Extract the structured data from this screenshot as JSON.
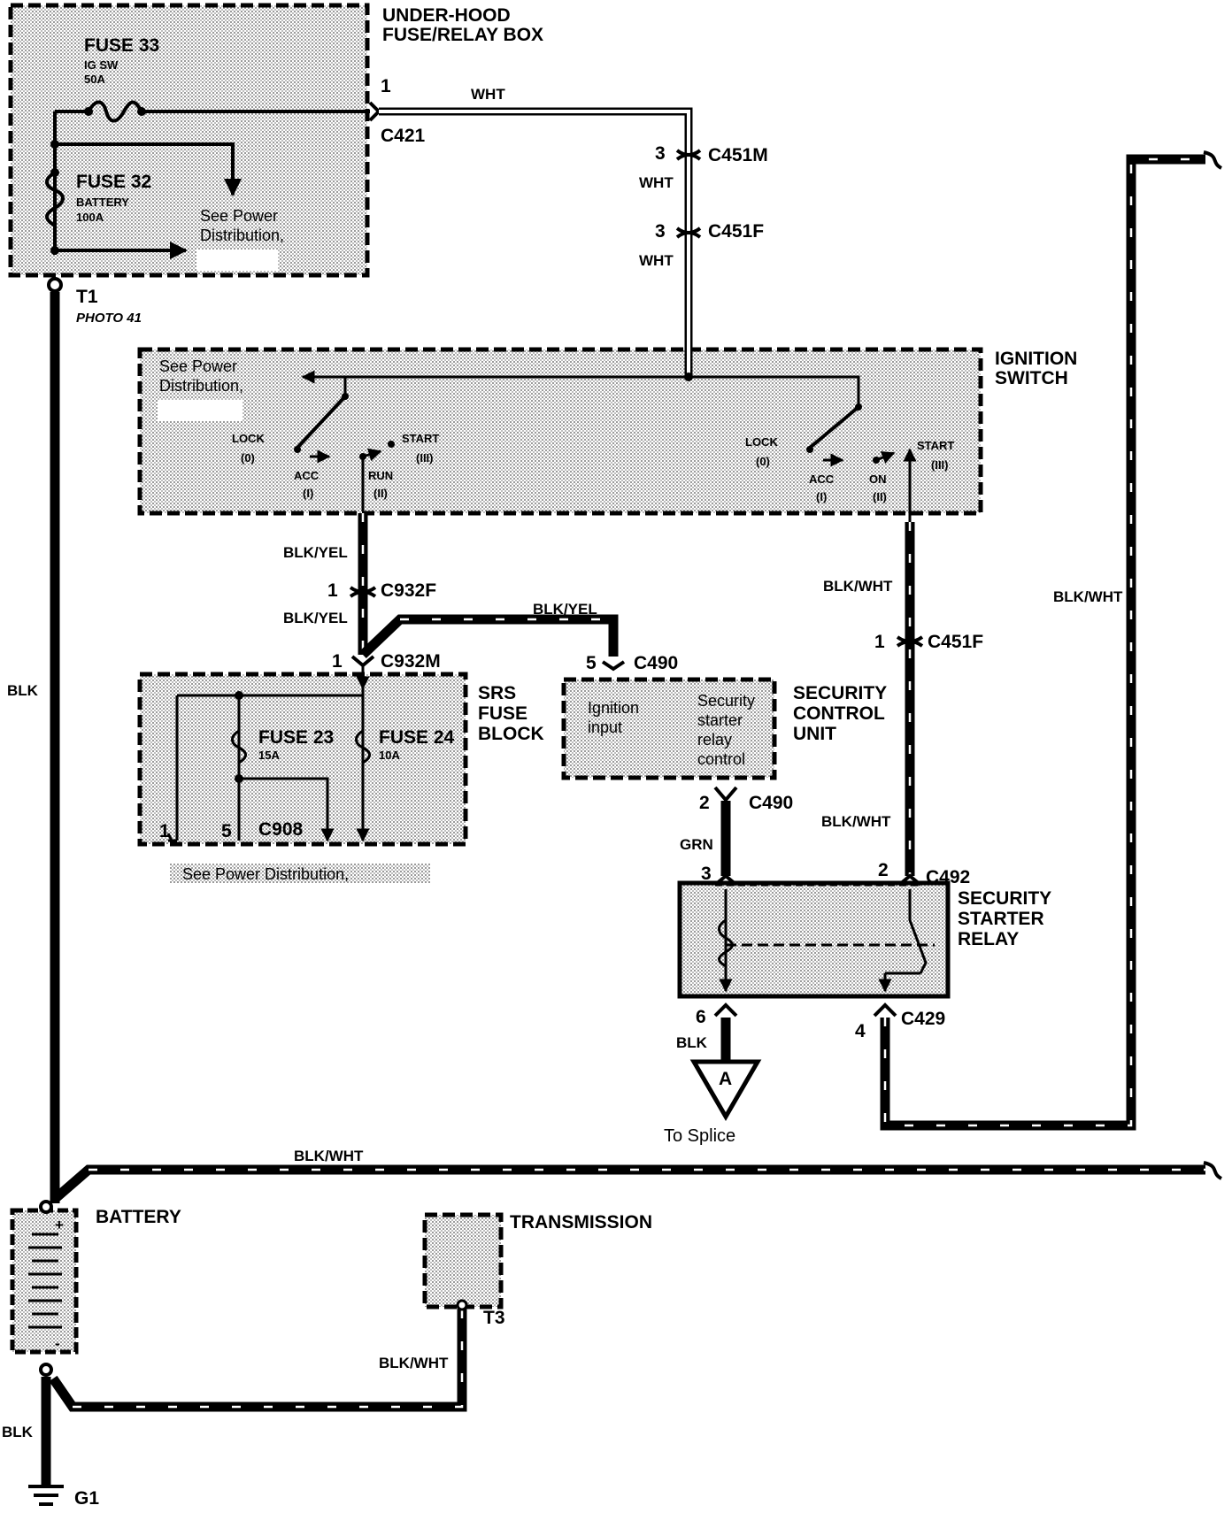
{
  "components": {
    "fuse_relay_box": "UNDER-HOOD\nFUSE/RELAY BOX",
    "fuse33": {
      "name": "FUSE 33",
      "line1": "IG SW",
      "line2": "50A"
    },
    "fuse32": {
      "name": "FUSE 32",
      "line1": "BATTERY",
      "line2": "100A"
    },
    "see_power_1": "See Power\nDistribution,",
    "ignition_switch": "IGNITION\nSWITCH",
    "see_power_2": "See Power\nDistribution,",
    "srs_fuse_block": "SRS\nFUSE\nBLOCK",
    "fuse23": {
      "name": "FUSE 23",
      "rating": "15A"
    },
    "fuse24": {
      "name": "FUSE 24",
      "rating": "10A"
    },
    "see_power_3": "See Power Distribution,",
    "security_control_unit": "SECURITY\nCONTROL\nUNIT",
    "scu_ignition_input": "Ignition\ninput",
    "scu_relay_control": "Security\nstarter\nrelay\ncontrol",
    "security_starter_relay": "SECURITY\nSTARTER\nRELAY",
    "battery": "BATTERY",
    "transmission": "TRANSMISSION",
    "to_splice": "To Splice",
    "splice_letter": "A"
  },
  "switch_positions": {
    "left": {
      "lock": "LOCK",
      "lock_num": "(0)",
      "acc": "ACC",
      "acc_num": "(I)",
      "run": "RUN",
      "run_num": "(II)",
      "start": "START",
      "start_num": "(III)"
    },
    "right": {
      "lock": "LOCK",
      "lock_num": "(0)",
      "acc": "ACC",
      "acc_num": "(I)",
      "on": "ON",
      "on_num": "(II)",
      "start": "START",
      "start_num": "(III)"
    }
  },
  "connectors": {
    "c421": "C421",
    "c421_pin": "1",
    "c451m": "C451M",
    "c451m_pin": "3",
    "c451f_top": "C451F",
    "c451f_top_pin": "3",
    "c932f": "C932F",
    "c932f_pin": "1",
    "c932m": "C932M",
    "c932m_pin": "1",
    "c490_top": "C490",
    "c490_top_pin": "5",
    "c490_bottom": "C490",
    "c490_bottom_pin": "2",
    "c451f_right": "C451F",
    "c451f_right_pin": "1",
    "c492": "C492",
    "c492_pin_left": "3",
    "c492_pin_right": "2",
    "c429": "C429",
    "c429_pin_left": "6",
    "c429_pin_right": "4",
    "c908": "C908",
    "c908_pin1": "1",
    "c908_pin5": "5"
  },
  "terminals": {
    "t1": "T1",
    "photo": "PHOTO 41",
    "t3": "T3",
    "g1": "G1",
    "plus": "+",
    "minus": "-"
  },
  "wire_colors": {
    "wht_1": "WHT",
    "wht_2": "WHT",
    "wht_3": "WHT",
    "blk_main": "BLK",
    "blk_yel_1": "BLK/YEL",
    "blk_yel_2": "BLK/YEL",
    "blk_yel_3": "BLK/YEL",
    "blk_wht_1": "BLK/WHT",
    "blk_wht_2": "BLK/WHT",
    "blk_wht_3": "BLK/WHT",
    "blk_wht_4": "BLK/WHT",
    "blk_wht_5": "BLK/WHT",
    "grn": "GRN",
    "blk_relay": "BLK",
    "blk_ground": "BLK"
  }
}
